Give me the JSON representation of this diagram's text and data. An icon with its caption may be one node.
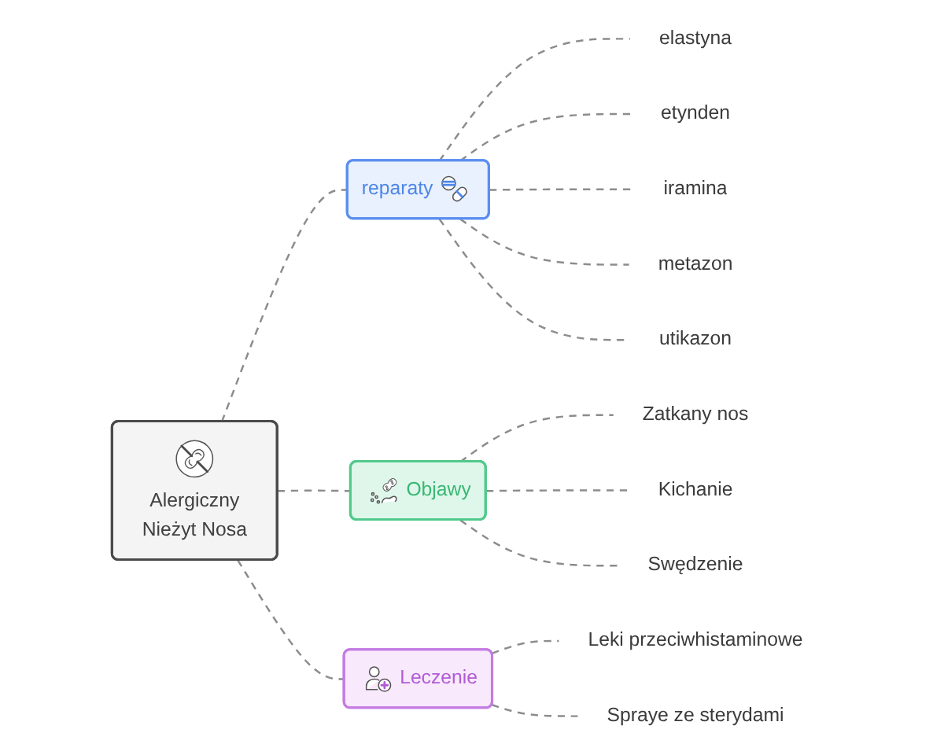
{
  "diagram": {
    "nodes": [
      {
        "text": [
          "Alergiczny Nieżyt Nosa"
        ]
      },
      {
        "text": [
          "reparaty"
        ]
      },
      {
        "text": [
          "elastyna"
        ]
      },
      {
        "text": [
          "etynden"
        ]
      },
      {
        "text": [
          "iramina"
        ]
      },
      {
        "text": [
          "metazon"
        ]
      },
      {
        "text": [
          "utikazon"
        ]
      },
      {
        "text": [
          "Objawy"
        ]
      },
      {
        "text": [
          "Zatkany nos"
        ]
      },
      {
        "text": [
          "Kichanie"
        ]
      },
      {
        "text": [
          "Swędzenie"
        ]
      },
      {
        "text": [
          "Leczenie"
        ]
      },
      {
        "text": [
          "Leki przeciwhistaminowe"
        ]
      },
      {
        "text": [
          "Spraye ze sterydami"
        ]
      }
    ],
    "edges": [
      {
        "from": 0,
        "to": 1,
        "arrow": "none",
        "style": "dashed"
      },
      {
        "from": 1,
        "to": 2,
        "arrow": "none",
        "style": "dashed"
      },
      {
        "from": 1,
        "to": 3,
        "arrow": "none",
        "style": "dashed"
      },
      {
        "from": 1,
        "to": 4,
        "arrow": "none",
        "style": "dashed"
      },
      {
        "from": 1,
        "to": 5,
        "arrow": "none",
        "style": "dashed"
      },
      {
        "from": 1,
        "to": 6,
        "arrow": "none",
        "style": "dashed"
      },
      {
        "from": 0,
        "to": 7,
        "arrow": "none",
        "style": "dashed"
      },
      {
        "from": 7,
        "to": 8,
        "arrow": "none",
        "style": "dashed"
      },
      {
        "from": 7,
        "to": 9,
        "arrow": "none",
        "style": "dashed"
      },
      {
        "from": 7,
        "to": 10,
        "arrow": "none",
        "style": "dashed"
      },
      {
        "from": 0,
        "to": 11,
        "arrow": "none",
        "style": "dashed"
      },
      {
        "from": 11,
        "to": 12,
        "arrow": "none",
        "style": "dashed"
      },
      {
        "from": 11,
        "to": 13,
        "arrow": "none",
        "style": "dashed"
      }
    ]
  }
}
